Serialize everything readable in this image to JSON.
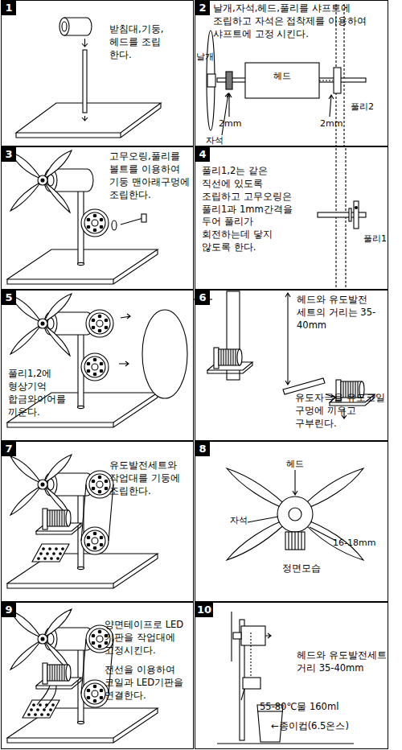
{
  "diagram": {
    "nodes": [
      {
        "text": [
          "받침대,기둥, 헤드를 조립 한다."
        ]
      },
      {
        "text": [
          "1"
        ],
        "in": 0
      },
      {
        "text": [
          "날개,자석,헤드,풀리를 샤프트에 조립하고 자석은 접착제를 이용하여 샤프트에 고정 시킨다."
        ]
      },
      {
        "text": [
          "2"
        ],
        "in": 2
      },
      {
        "text": [
          "고무오링,풀리를 볼트를 이용하여 기둥 맨아래구멍에 조립한다."
        ]
      },
      {
        "text": [
          "3"
        ],
        "in": 4
      },
      {
        "text": [
          "풀리1,2는 같은 직선에 있도록 조립하고 고무오링은 풀리1과 1mm간격을 두어 풀리가 회전하는데 닿지 않도록 한다."
        ]
      },
      {
        "text": [
          "4"
        ],
        "in": 6
      },
      {
        "text": [
          "풀리1,2에 형상기억 합금와이어를 끼운다."
        ]
      },
      {
        "text": [
          "5"
        ],
        "in": 8
      },
      {
        "text": [
          "헤드와 유도발전 세트의 거리는 35-40mm",
          "유도자극을 유도코일 구멍에 끼우고 구부린다."
        ]
      },
      {
        "text": [
          "6"
        ],
        "in": 10
      },
      {
        "text": [
          "유도발전세트와 작업대를 기둥에 조립한다."
        ]
      },
      {
        "text": [
          "7"
        ],
        "in": 12
      },
      {
        "text": [
          "정면모습"
        ]
      },
      {
        "text": [
          "8"
        ],
        "in": 14
      },
      {
        "text": [
          "양면테이프로 LED 기판을 작업대에 고정시킨다.",
          "전선을 이용하여 코일과 LED기판을 연결한다."
        ]
      },
      {
        "text": [
          "9"
        ],
        "in": 16
      },
      {
        "text": [
          "헤드와 유도발전세트 거리 35-40mm",
          "55-80℃물 160ml",
          "←종이컵(6.5온스)"
        ]
      },
      {
        "text": [
          "10"
        ],
        "in": 18
      }
    ],
    "labels": [
      "날개",
      "헤드",
      "풀리2",
      "2mm",
      "2mm",
      "자석",
      "풀리1",
      "헤드",
      "자석",
      "16-18mm"
    ]
  }
}
